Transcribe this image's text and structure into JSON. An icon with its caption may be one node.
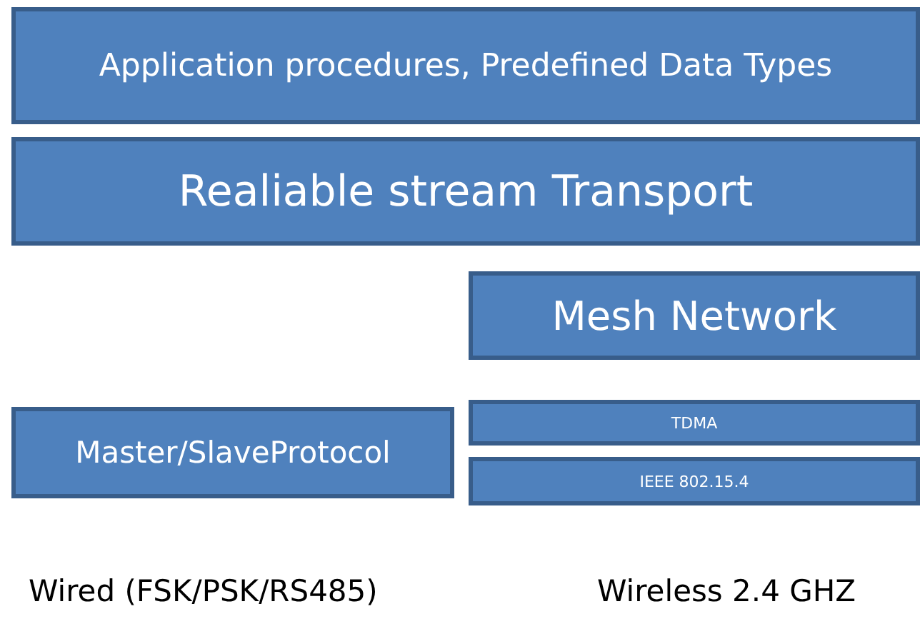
{
  "diagram": {
    "nodes": [
      {
        "text": [
          "Application procedures, Predefined Data Types"
        ]
      },
      {
        "text": [
          "Realiable stream Transport"
        ]
      },
      {
        "text": [
          "Mesh Network"
        ]
      },
      {
        "text": [
          "Master/SlaveProtocol"
        ]
      },
      {
        "text": [
          "TDMA"
        ]
      },
      {
        "text": [
          "IEEE 802.15.4"
        ]
      }
    ],
    "labels": [
      "Wired (FSK/PSK/RS485)",
      "Wireless 2.4 GHZ"
    ]
  }
}
